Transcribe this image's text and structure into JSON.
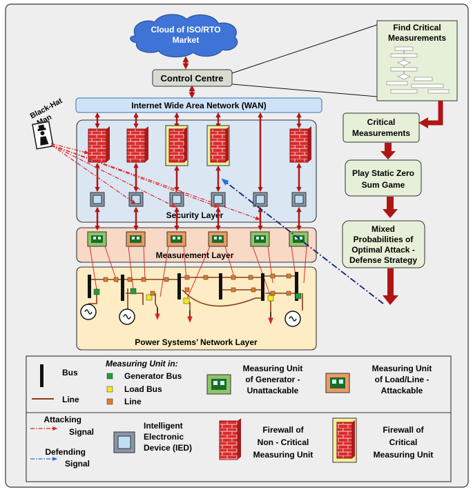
{
  "cloud": {
    "line1": "Cloud of ISO/RTO",
    "line2": "Market"
  },
  "control_centre": "Control Centre",
  "wan": "Internet Wide Area Network (WAN)",
  "black_hat": {
    "line1": "Black-Hat",
    "line2": "Man"
  },
  "layers": {
    "security": "Security Layer",
    "measurement": "Measurement Layer",
    "power": "Power Systems’ Network Layer"
  },
  "flow": {
    "find_critical": {
      "line1": "Find Critical",
      "line2": "Measurements"
    },
    "critical": {
      "line1": "Critical",
      "line2": "Measurements"
    },
    "play_game": {
      "line1": "Play Static Zero",
      "line2": "Sum Game"
    },
    "mixed": {
      "line1": "Mixed",
      "line2": "Probabilities of",
      "line3": "Optimal Attack -",
      "line4": "Defense Strategy"
    }
  },
  "legend": {
    "bus": "Bus",
    "line": "Line",
    "measuring_unit_in": "Measuring Unit in:",
    "generator_bus": "Generator Bus",
    "load_bus": "Load Bus",
    "line_item": "Line",
    "mu_generator": {
      "line1": "Measuring Unit",
      "line2": "of Generator -",
      "line3": "Unattackable"
    },
    "mu_load": {
      "line1": "Measuring Unit",
      "line2": "of Load/Line -",
      "line3": "Attackable"
    },
    "attacking": {
      "line1": "Attacking",
      "line2": "Signal"
    },
    "defending": {
      "line1": "Defending",
      "line2": "Signal"
    },
    "ied": {
      "line1": "Intelligent",
      "line2": "Electronic",
      "line3": "Device (IED)"
    },
    "fw_noncritical": {
      "line1": "Firewall of",
      "line2": "Non - Critical",
      "line3": "Measuring Unit"
    },
    "fw_critical": {
      "line1": "Firewall of",
      "line2": "Critical",
      "line3": "Measuring Unit"
    }
  },
  "colors": {
    "arrow_red": "#b01515",
    "security_bg": "#dbe6f3",
    "measurement_bg": "#f7d9c6",
    "power_bg": "#fdecc4",
    "flow_box": "#e6f0d8",
    "wan": "#cfe3f8",
    "cloud": "#3f74d6",
    "firewall_red": "#d92b2b",
    "firewall_critical_bg": "#f3ef9a",
    "gen_unit": "#8fc46a",
    "load_unit": "#ea9a64",
    "gen_dot": "#1e9e3a",
    "load_dot": "#f2ea1a",
    "line_dot": "#e07b2a",
    "line_color": "#8b3a1a",
    "attack": "#e02020",
    "defend": "#0f1f7a"
  }
}
